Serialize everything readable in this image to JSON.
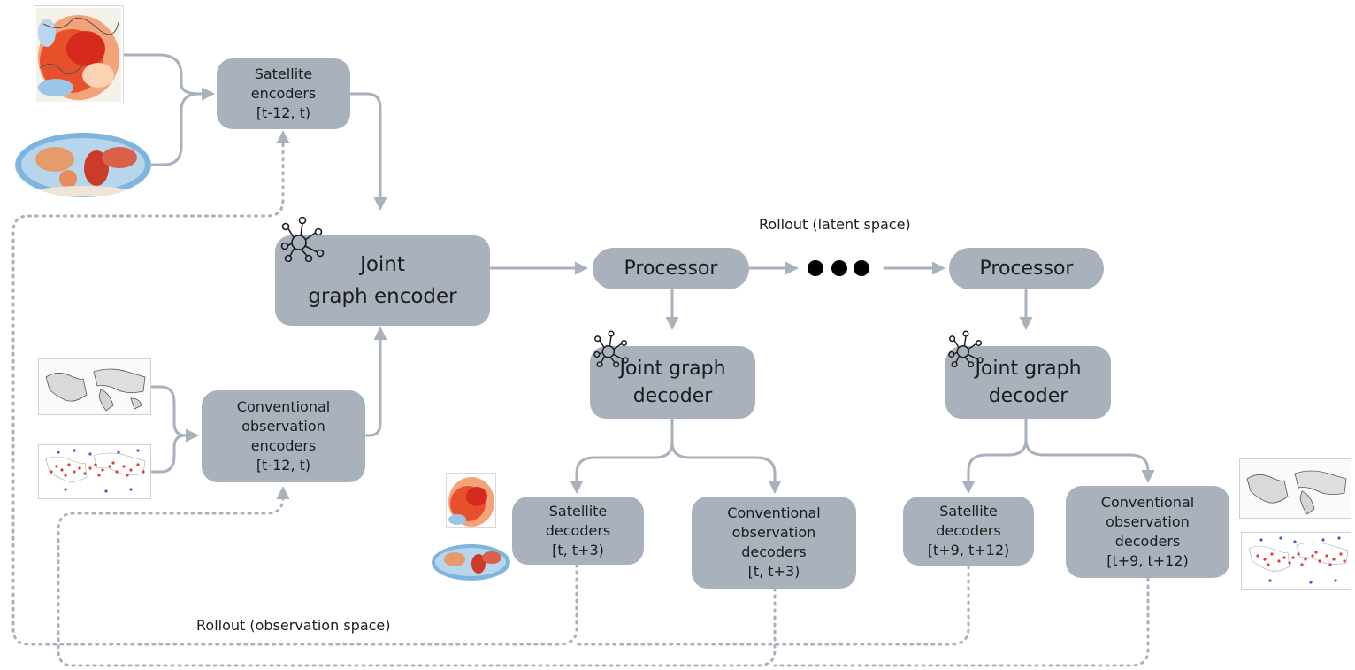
{
  "nodes": {
    "sat_enc": "Satellite\nencoders\n[t-12, t)",
    "conv_enc": "Conventional\nobservation\nencoders\n[t-12, t)",
    "joint_enc": "Joint\ngraph encoder",
    "proc1": "Processor",
    "proc2": "Processor",
    "dec1": "Joint graph\ndecoder",
    "dec2": "Joint graph\ndecoder",
    "sat_dec1": "Satellite\ndecoders\n[t, t+3)",
    "conv_dec1": "Conventional\nobservation\ndecoders\n[t, t+3)",
    "sat_dec2": "Satellite\ndecoders\n[t+9, t+12)",
    "conv_dec2": "Conventional\nobservation\ndecoders\n[t+9, t+12)"
  },
  "labels": {
    "rollout_latent": "Rollout (latent space)",
    "rollout_obs": "Rollout (observation space)"
  },
  "icons": [
    "graph-network-icon",
    "ellipsis-dots-icon",
    "satellite-map-thumbnail",
    "conventional-map-thumbnail"
  ],
  "colors": {
    "box_fill": "#a8b1bc",
    "arrow": "#a8b1bc",
    "dots": "#000000"
  }
}
